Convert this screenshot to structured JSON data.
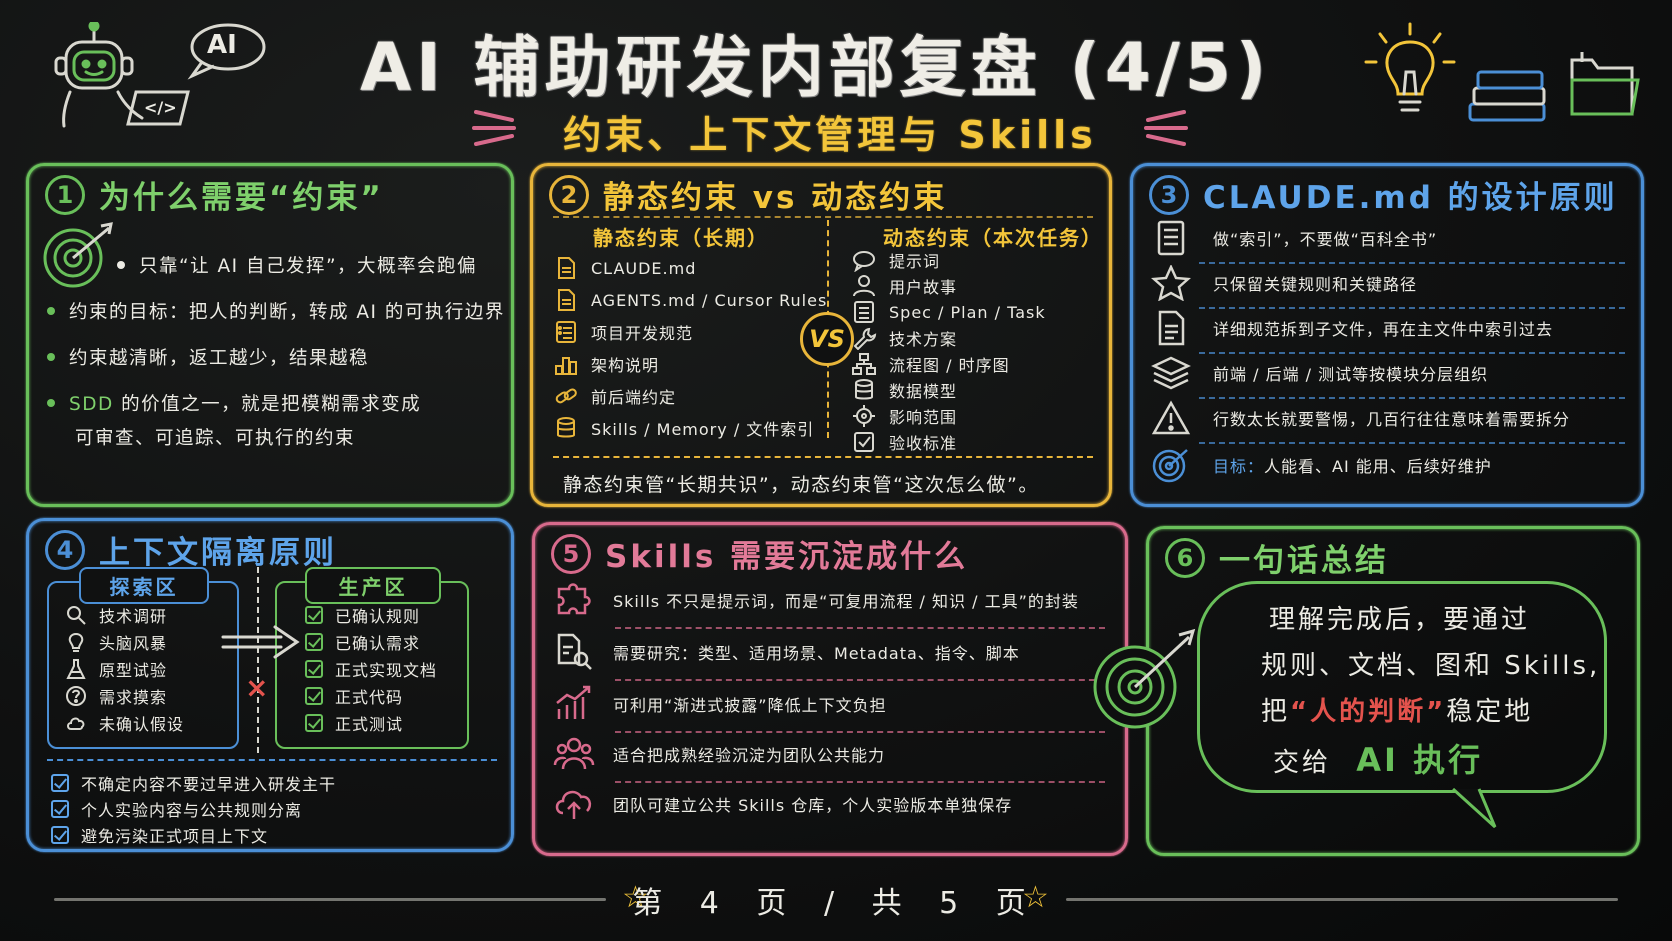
{
  "header": {
    "title": "AI 辅助研发内部复盘 (4/5)",
    "subtitle": "约束、上下文管理与 Skills",
    "robot_speech": "AI",
    "laptop_code": "</>"
  },
  "panels": {
    "p1": {
      "num": "1",
      "title": "为什么需要“约束”",
      "lead": "只靠“让 AI 自己发挥”，大概率会跑偏",
      "bullets": [
        "约束的目标：把人的判断，转成 AI 的可执行边界",
        "约束越清晰，返工越少，结果越稳"
      ],
      "sdd_keyword": "SDD",
      "sdd_line1": "的价值之一，就是把模糊需求变成",
      "sdd_line2": "可审查、可追踪、可执行的约束"
    },
    "p2": {
      "num": "2",
      "title": "静态约束 vs 动态约束",
      "static_head": "静态约束（长期）",
      "dynamic_head": "动态约束（本次任务）",
      "vs": "VS",
      "static_items": [
        "CLAUDE.md",
        "AGENTS.md / Cursor Rules",
        "项目开发规范",
        "架构说明",
        "前后端约定",
        "Skills / Memory / 文件索引"
      ],
      "dynamic_items": [
        "提示词",
        "用户故事",
        "Spec / Plan / Task",
        "技术方案",
        "流程图 / 时序图",
        "数据模型",
        "影响范围",
        "验收标准"
      ],
      "footer": "静态约束管“长期共识”，动态约束管“这次怎么做”。"
    },
    "p3": {
      "num": "3",
      "title": "CLAUDE.md 的设计原则",
      "rows": [
        "做“索引”，不要做“百科全书”",
        "只保留关键规则和关键路径",
        "详细规范拆到子文件，再在主文件中索引过去",
        "前端 / 后端 / 测试等按模块分层组织",
        "行数太长就要警惕，几百行往往意味着需要拆分"
      ],
      "goal_label": "目标：",
      "goal_text": "人能看、AI 能用、后续好维护"
    },
    "p4": {
      "num": "4",
      "title": "上下文隔离原则",
      "explore_tag": "探索区",
      "produce_tag": "生产区",
      "explore_items": [
        "技术调研",
        "头脑风暴",
        "原型试验",
        "需求摸索",
        "未确认假设"
      ],
      "produce_items": [
        "已确认规则",
        "已确认需求",
        "正式实现文档",
        "正式代码",
        "正式测试"
      ],
      "block_mark": "×",
      "rules": [
        "不确定内容不要过早进入研发主干",
        "个人实验内容与公共规则分离",
        "避免污染正式项目上下文"
      ]
    },
    "p5": {
      "num": "5",
      "title": "Skills 需要沉淀成什么",
      "rows": [
        "Skills 不只是提示词，而是“可复用流程 / 知识 / 工具”的封装",
        "需要研究：类型、适用场景、Metadata、指令、脚本",
        "可利用“渐进式披露”降低上下文负担",
        "适合把成熟经验沉淀为团队公共能力",
        "团队可建立公共 Skills 仓库，个人实验版本单独保存"
      ]
    },
    "p6": {
      "num": "6",
      "title": "一句话总结",
      "line1": "理解完成后，要通过",
      "line2": "规则、文档、图和 Skills,",
      "line3_pre": "把",
      "line3_em": "“人的判断”",
      "line3_post": "稳定地",
      "line4_pre": "交给",
      "line4_em": "AI 执行"
    }
  },
  "footer": {
    "page_label": "第 4 页 / 共 5 页"
  },
  "colors": {
    "green": "#69bf5a",
    "yellow": "#e8b53a",
    "blue": "#4b8fd6",
    "pink": "#d86a8c",
    "red": "#e4534d"
  }
}
